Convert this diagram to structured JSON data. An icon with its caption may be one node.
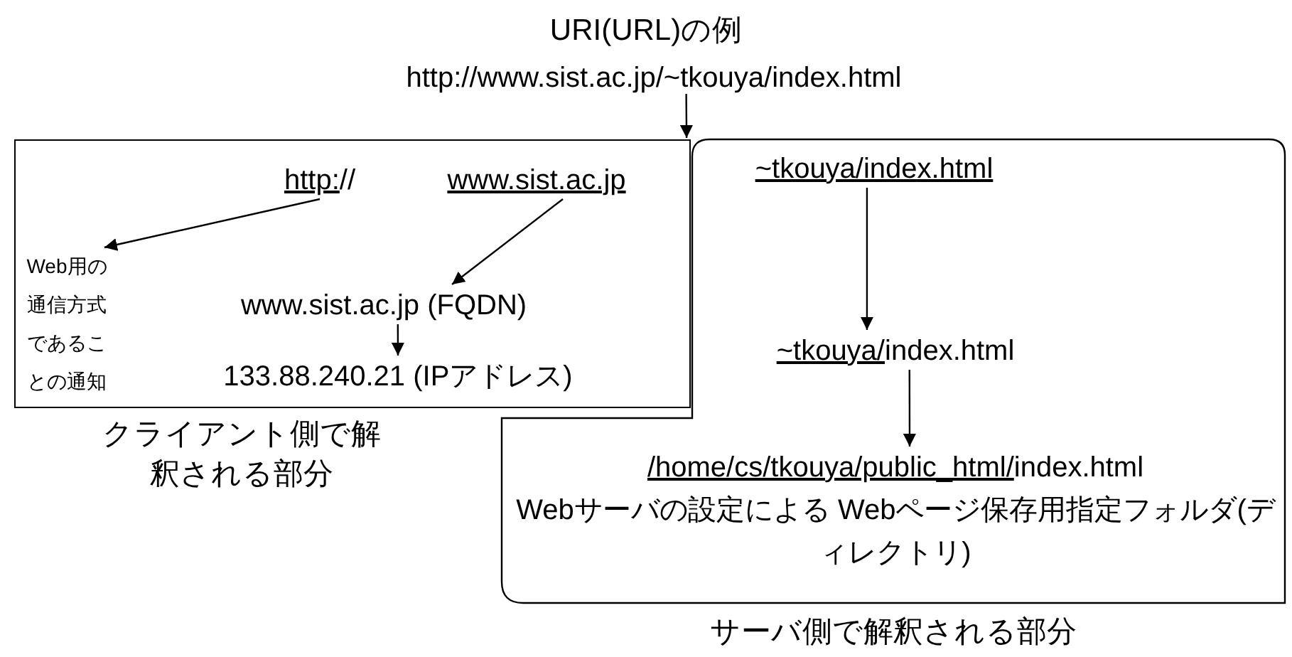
{
  "diagram": {
    "title": "URI(URL)の例",
    "nodes": [
      {
        "text": [
          "http://www.sist.ac.jp/~tkouya/index.html"
        ]
      },
      {
        "text": [
          "クライアント側で解釈される部分"
        ]
      },
      {
        "text": [
          "http:",
          "//"
        ],
        "in": 1
      },
      {
        "text": [
          "www.sist.ac.jp"
        ],
        "in": 1
      },
      {
        "text": [
          "Web用の通信方式であることの通知"
        ],
        "in": 1
      },
      {
        "text": [
          "www.sist.ac.jp (FQDN)"
        ],
        "in": 1
      },
      {
        "text": [
          "133.88.240.21 (IPアドレス)"
        ],
        "in": 1
      },
      {
        "text": [
          "サーバ側で解釈される部分"
        ]
      },
      {
        "text": [
          "~tkouya/index.html"
        ],
        "in": 7
      },
      {
        "text": [
          "~tkouya/",
          "index.html"
        ],
        "in": 7
      },
      {
        "text": [
          "/home/cs/tkouya/public_html/",
          "index.html"
        ],
        "in": 7
      },
      {
        "text": [
          "Webサーバの設定による Webページ保存用指定フォルダ(ディレクトリ)"
        ],
        "in": 7
      }
    ],
    "edges": [
      {
        "from": 0,
        "to": 7,
        "arrow": "to"
      },
      {
        "from": 2,
        "to": 4,
        "arrow": "to"
      },
      {
        "from": 3,
        "to": 5,
        "arrow": "to"
      },
      {
        "from": 5,
        "to": 6,
        "arrow": "to"
      },
      {
        "from": 8,
        "to": 9,
        "arrow": "to"
      },
      {
        "from": 9,
        "to": 10,
        "arrow": "to"
      }
    ]
  }
}
